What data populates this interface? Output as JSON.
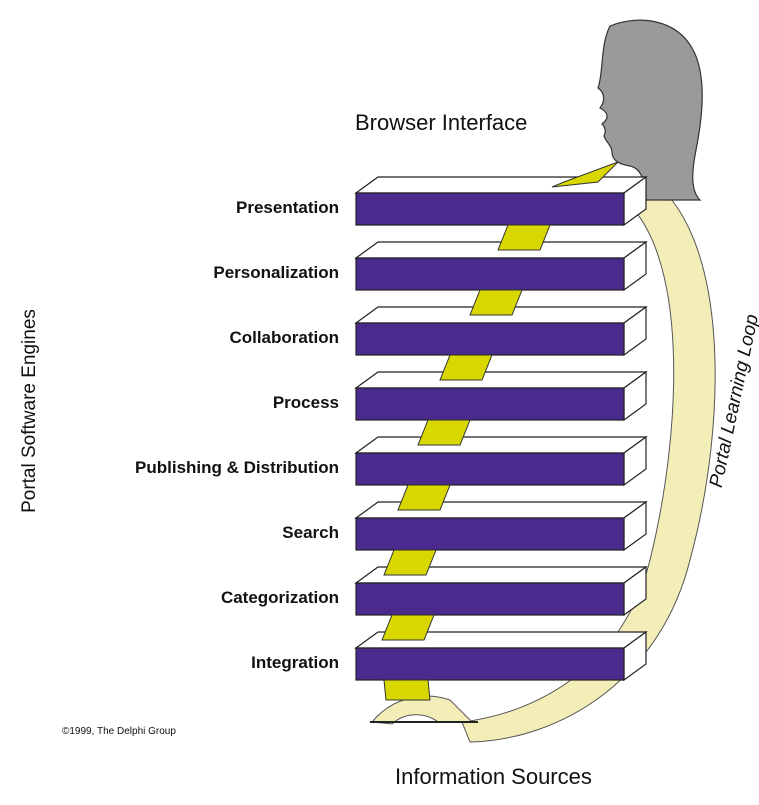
{
  "browser_interface": "Browser Interface",
  "information_sources": "Information Sources",
  "engines_label": "Portal Software Engines",
  "loop_label": "Portal Learning Loop",
  "copyright": "©1999, The Delphi Group",
  "layers": [
    {
      "label": "Presentation"
    },
    {
      "label": "Personalization"
    },
    {
      "label": "Collaboration"
    },
    {
      "label": "Process"
    },
    {
      "label": "Publishing & Distribution"
    },
    {
      "label": "Search"
    },
    {
      "label": "Categorization"
    },
    {
      "label": "Integration"
    }
  ],
  "colors": {
    "slab_front": "#4a2a8c",
    "slab_top": "#ffffff",
    "connector": "#d8d800",
    "loop": "#f3edb8",
    "head": "#9a9a9a"
  }
}
